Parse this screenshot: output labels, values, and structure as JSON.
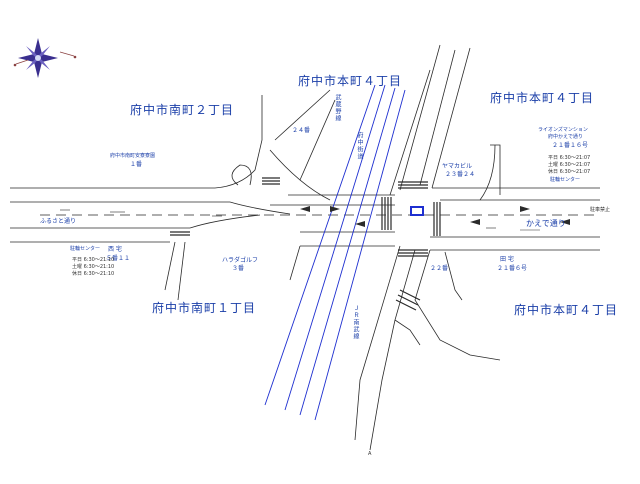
{
  "colors": {
    "road_line": "#2a2a2a",
    "text": "#1a3ea8",
    "rail": "#1e2fd0",
    "compass": "#3a2f8f",
    "compass_accent": "#d3d9f5"
  },
  "compass": {
    "icon": "compass-rose-icon"
  },
  "districts": {
    "minami2": "府中市南町２丁目",
    "honmachi4_top": "府中市本町４丁目",
    "honmachi4_right": "府中市本町４丁目",
    "minami1": "府中市南町１丁目",
    "honmachi4_bottom": "府中市本町４丁目"
  },
  "labels": {
    "fuchu_road": "府中街道",
    "kaede_dori": "かえで通り",
    "furusato_dori": "ふるさと通り",
    "musashino_line": "武蔵野線",
    "jr_nambu_line": "ＪＲ南武線",
    "yamaka_bldg": "ヤマカビル",
    "no_23_24": "２３番２４",
    "no_24": "２４番",
    "no_22": "２２番",
    "no_3": "３番",
    "no_5_11": "５番１１",
    "no_21_6": "２１番６号",
    "no_21_16": "２１番１６号",
    "lions_mansion_1": "ライオンズマンション",
    "lions_mansion_2": "府中かえで通り",
    "minami_school": "府中市南町安寮寮園",
    "no_1": "１番",
    "parking_center_left": "駐輪センター",
    "private_home": "西 宅",
    "harada_golf": "ハラダゴルフ",
    "private_home2": "田 宅",
    "parking_center_right": "駐輪センター",
    "no_parking": "駐車禁止",
    "hours_left_1": "平日 6:30〜21:10",
    "hours_left_2": "土曜 6:30〜21:10",
    "hours_left_3": "休日 6:30〜21:10",
    "hours_right_1": "平日 6:30〜21:07",
    "hours_right_2": "土曜 6:30〜21:07",
    "hours_right_3": "休日 6:30〜21:07",
    "page_mark": "A"
  }
}
